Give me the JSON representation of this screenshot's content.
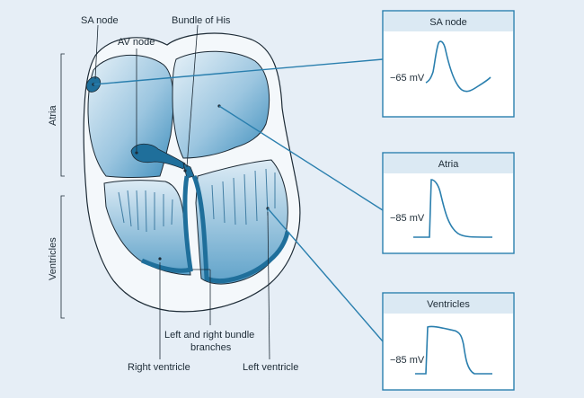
{
  "labels": {
    "sa_node": "SA node",
    "av_node": "AV node",
    "bundle_of_his": "Bundle of His",
    "atria": "Atria",
    "ventricles": "Ventricles",
    "bundle_branches_line1": "Left and right bundle",
    "bundle_branches_line2": "branches",
    "right_ventricle": "Right ventricle",
    "left_ventricle": "Left ventricle"
  },
  "panels": [
    {
      "title": "SA node",
      "voltage": "−65 mV"
    },
    {
      "title": "Atria",
      "voltage": "−85 mV"
    },
    {
      "title": "Ventricles",
      "voltage": "−85 mV"
    }
  ],
  "colors": {
    "background": "#e6eef6",
    "accent": "#2a7fae",
    "dark_blue": "#1f6f9b",
    "light_fill": "#cfe3f0",
    "panel_header": "#dbe9f3"
  }
}
